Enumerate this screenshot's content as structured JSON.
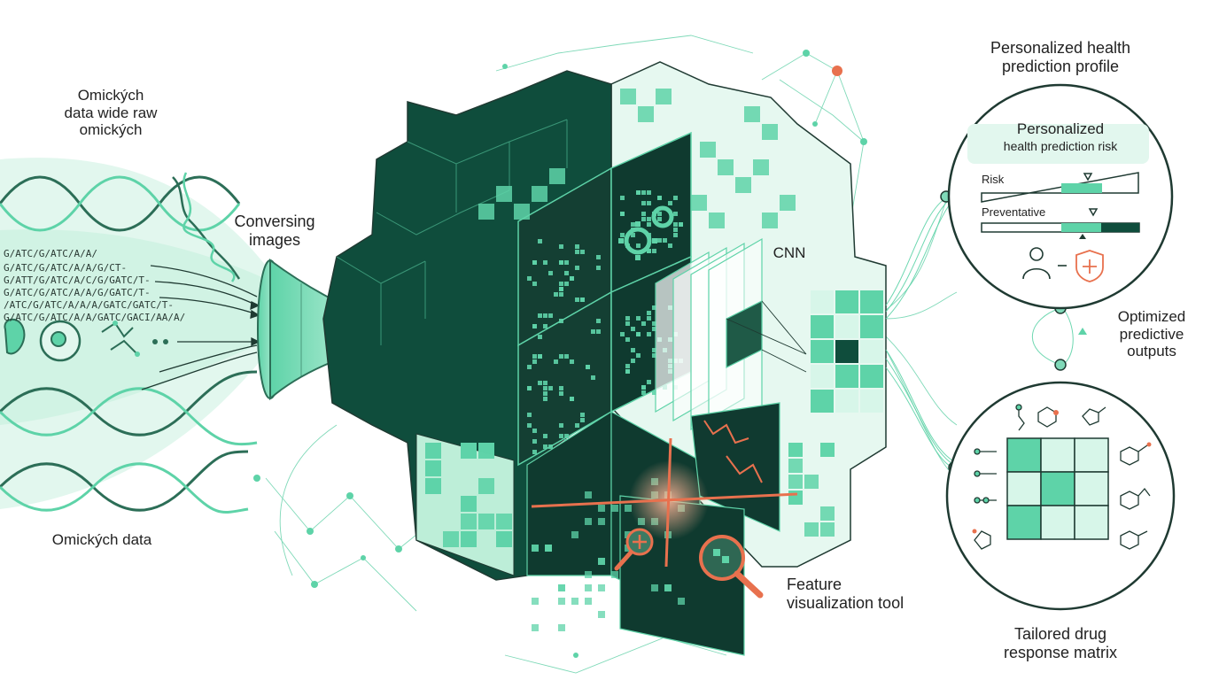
{
  "left": {
    "title_lines": [
      "Omických",
      "data wide raw",
      "omických"
    ],
    "sequences": [
      "G/ATC/G/ATC/A/A/",
      "G/ATC/G/ATC/A/A/G/CT-",
      "G/ATT/G/ATC/A/C/G/GATC/T-",
      "G/ATC/G/ATC/A/A/G/GATC/T-",
      "/ATC/G/ATC/A/A/A/GATC/GATC/T-",
      "G/ATC/G/ATC/A/A/GATC/GACI/AA/A/"
    ],
    "bottom_label": "Omických data"
  },
  "funnel": {
    "label_lines": [
      "Conversing",
      "images"
    ]
  },
  "network": {
    "cnn_label": "CNN",
    "feature_label_lines": [
      "Feature",
      "visualization tool"
    ]
  },
  "profile": {
    "title_lines": [
      "Personalized health",
      "prediction profile"
    ],
    "card_title": "Personalized",
    "card_subtitle": "health prediction risk",
    "risk_label": "Risk",
    "preventative_label": "Preventative",
    "risk_level": 0.7,
    "preventative_level": 0.6
  },
  "outputs": {
    "label_lines": [
      "Optimized",
      "predictive",
      "outputs"
    ]
  },
  "drug": {
    "matrix_label_lines": [
      "Tailored drug",
      "response matrix"
    ],
    "matrix_cells": [
      [
        1,
        0,
        0
      ],
      [
        0,
        1,
        0
      ],
      [
        1,
        0,
        0
      ]
    ]
  },
  "colors": {
    "dark": "#0f4d3c",
    "mid": "#5ed3a8",
    "light": "#d7f6e9",
    "accent": "#e8714e",
    "line": "#7fd9b8"
  }
}
